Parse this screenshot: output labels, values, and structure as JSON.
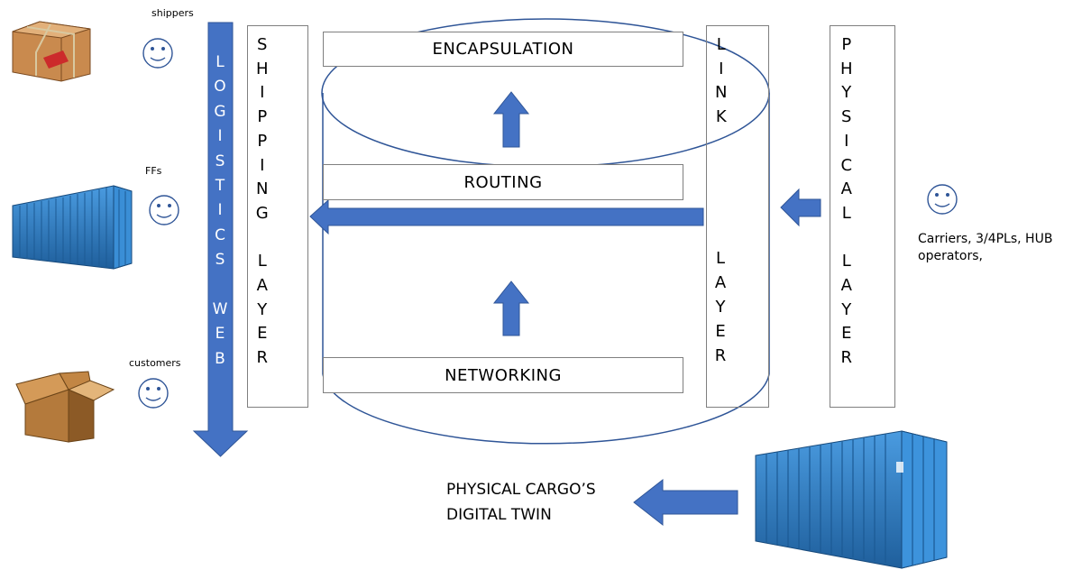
{
  "actors": {
    "shippers": "shippers",
    "ffs": "FFs",
    "customers": "customers",
    "carriers_line1": "Carriers, 3/4PLs, HUB",
    "carriers_line2": "operators,"
  },
  "layers": {
    "logistics_web": "L\nO\nG\nI\nS\nT\nI\nC\nS\n\nW\nE\nB",
    "shipping_layer": "S\nH\nI\nP\nP\nI\nN\nG\n\nL\nA\nY\nE\nR",
    "link_top": "L\nI\nN\nK",
    "link_bottom": "L\nA\nY\nE\nR",
    "physical_layer": "P\nH\nY\nS\nI\nC\nA\nL\n\nL\nA\nY\nE\nR"
  },
  "functions": {
    "encapsulation": "ENCAPSULATION",
    "routing": "ROUTING",
    "networking": "NETWORKING"
  },
  "digital_twin": {
    "line1": "PHYSICAL CARGO’S",
    "line2": "DIGITAL TWIN"
  },
  "icons": [
    "parcel-icon",
    "container-icon",
    "cardboard-box-icon",
    "smiley-icon"
  ],
  "colors": {
    "arrow_fill": "#4472c4",
    "arrow_stroke": "#2f5597",
    "cylinder_stroke": "#2f5597",
    "container_blue": "#2e7ec4"
  }
}
